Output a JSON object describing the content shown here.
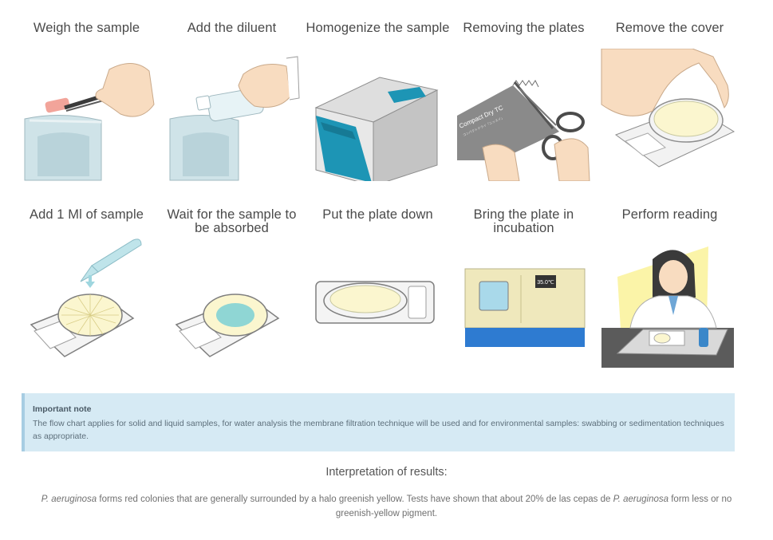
{
  "steps": [
    {
      "title": "Weigh the sample"
    },
    {
      "title": "Add the diluent"
    },
    {
      "title": "Homogenize the sample"
    },
    {
      "title": "Removing the plates"
    },
    {
      "title": "Remove the cover"
    },
    {
      "title": "Add 1 Ml of sample"
    },
    {
      "title": "Wait for the sample to be absorbed"
    },
    {
      "title": "Put the plate down"
    },
    {
      "title": "Bring the plate in incubation"
    },
    {
      "title": "Perform reading"
    }
  ],
  "labels": {
    "pouch_text": "Compact Dry TC",
    "pouch_subtext": "コンパクトドライ「ニッスイ」",
    "incubator_temp": "35.0℃"
  },
  "note": {
    "title": "Important note",
    "text": "The flow chart applies for solid and liquid samples, for water analysis the membrane filtration technique will be used and for environmental samples: swabbing or sedimentation techniques as appropriate."
  },
  "interpretation": {
    "title": "Interpretation of results:",
    "organism": "P. aeruginosa",
    "part1": " forms red colonies that are generally surrounded by a halo greenish yellow. Tests have shown that about 20% de las cepas de ",
    "part2": " form less or no greenish-yellow pigment."
  },
  "colors": {
    "note_bg": "#d6eaf4",
    "note_border": "#a7cde3",
    "plate_yellow": "#fbf6cf",
    "incubator_blue": "#2e7bd1",
    "homogenizer_teal": "#1d95b5"
  }
}
